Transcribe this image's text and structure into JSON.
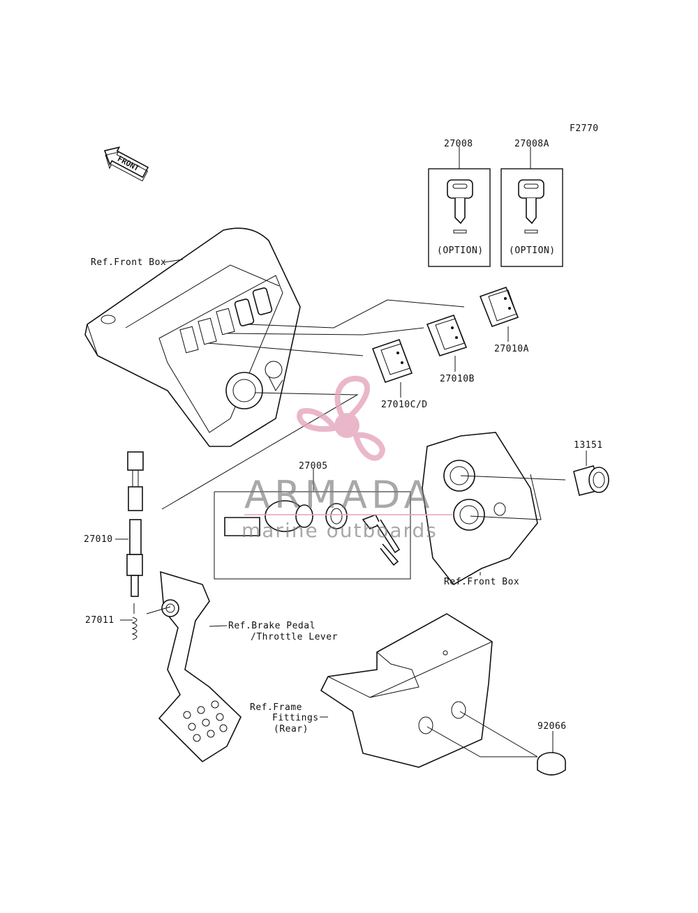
{
  "figure_code": "F2770",
  "front_arrow": "FRONT",
  "option_keys": [
    {
      "part_no": "27008",
      "note": "(OPTION)"
    },
    {
      "part_no": "27008A",
      "note": "(OPTION)"
    }
  ],
  "refs": {
    "front_box_top": "Ref.Front Box",
    "front_box_right": "Ref.Front Box",
    "brake_pedal_line1": "Ref.Brake Pedal",
    "brake_pedal_line2": "/Throttle Lever",
    "frame_line1": "Ref.Frame",
    "frame_line2": "Fittings",
    "frame_line3": "(Rear)"
  },
  "parts": {
    "p27010A": "27010A",
    "p27010B": "27010B",
    "p27010CD": "27010C/D",
    "p27005": "27005",
    "p13151": "13151",
    "p27010": "27010",
    "p27011": "27011",
    "p92066": "92066"
  },
  "watermark": {
    "brand": "ARMADA",
    "tagline": "marine outboards",
    "color": "#e6a6bd"
  }
}
